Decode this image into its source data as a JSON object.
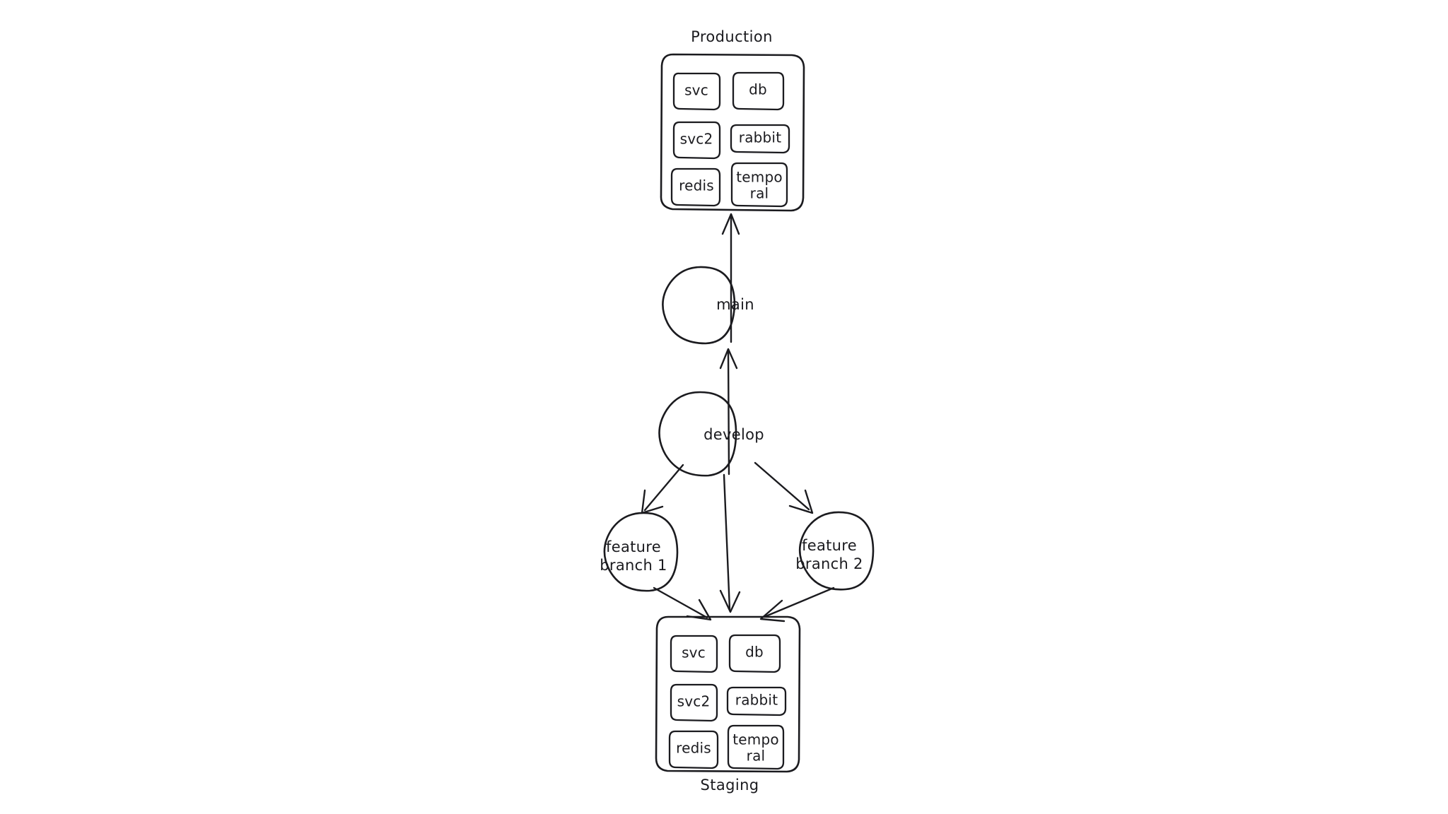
{
  "diagram": {
    "title": "Git branching and environment deployment diagram",
    "background_color": "#ffffff",
    "stroke_color": "#1b1b1f",
    "style": "hand-drawn"
  },
  "clusters": [
    {
      "id": "production",
      "label": "Production",
      "label_position": "above",
      "services": [
        {
          "id": "prod-svc",
          "label": "svc",
          "column": "left",
          "row": 1
        },
        {
          "id": "prod-db",
          "label": "db",
          "column": "right",
          "row": 1
        },
        {
          "id": "prod-svc2",
          "label": "svc2",
          "column": "left",
          "row": 2
        },
        {
          "id": "prod-rabbit",
          "label": "rabbit",
          "column": "right",
          "row": 2
        },
        {
          "id": "prod-redis",
          "label": "redis",
          "column": "left",
          "row": 3
        },
        {
          "id": "prod-temporal",
          "label": "tempo\nral",
          "column": "right",
          "row": 3,
          "label_line_1": "tempo",
          "label_line_2": "ral"
        }
      ]
    },
    {
      "id": "staging",
      "label": "Staging",
      "label_position": "below",
      "services": [
        {
          "id": "stg-svc",
          "label": "svc",
          "column": "left",
          "row": 1
        },
        {
          "id": "stg-db",
          "label": "db",
          "column": "right",
          "row": 1
        },
        {
          "id": "stg-svc2",
          "label": "svc2",
          "column": "left",
          "row": 2
        },
        {
          "id": "stg-rabbit",
          "label": "rabbit",
          "column": "right",
          "row": 2
        },
        {
          "id": "stg-redis",
          "label": "redis",
          "column": "left",
          "row": 3
        },
        {
          "id": "stg-temporal",
          "label": "tempo\nral",
          "column": "right",
          "row": 3,
          "label_line_1": "tempo",
          "label_line_2": "ral"
        }
      ]
    }
  ],
  "branches": [
    {
      "id": "main",
      "label": "main",
      "shape": "circle"
    },
    {
      "id": "develop",
      "label": "develop",
      "shape": "circle"
    },
    {
      "id": "feature-branch-1",
      "label": "feature\nbranch 1",
      "shape": "circle",
      "label_line_1": "feature",
      "label_line_2": "branch 1"
    },
    {
      "id": "feature-branch-2",
      "label": "feature\nbranch 2",
      "shape": "circle",
      "label_line_1": "feature",
      "label_line_2": "branch 2"
    }
  ],
  "edges": [
    {
      "id": "main-to-production",
      "from": "main",
      "to": "production",
      "direction": "up",
      "label": ""
    },
    {
      "id": "develop-to-main",
      "from": "develop",
      "to": "main",
      "direction": "up",
      "label": ""
    },
    {
      "id": "develop-to-fb1",
      "from": "develop",
      "to": "feature-branch-1",
      "direction": "down-left",
      "label": ""
    },
    {
      "id": "develop-to-fb2",
      "from": "develop",
      "to": "feature-branch-2",
      "direction": "down-right",
      "label": ""
    },
    {
      "id": "develop-to-staging",
      "from": "develop",
      "to": "staging",
      "direction": "down",
      "label": ""
    },
    {
      "id": "fb1-to-staging",
      "from": "feature-branch-1",
      "to": "staging",
      "direction": "down-right",
      "label": ""
    },
    {
      "id": "fb2-to-staging",
      "from": "feature-branch-2",
      "to": "staging",
      "direction": "down-left",
      "label": ""
    }
  ]
}
